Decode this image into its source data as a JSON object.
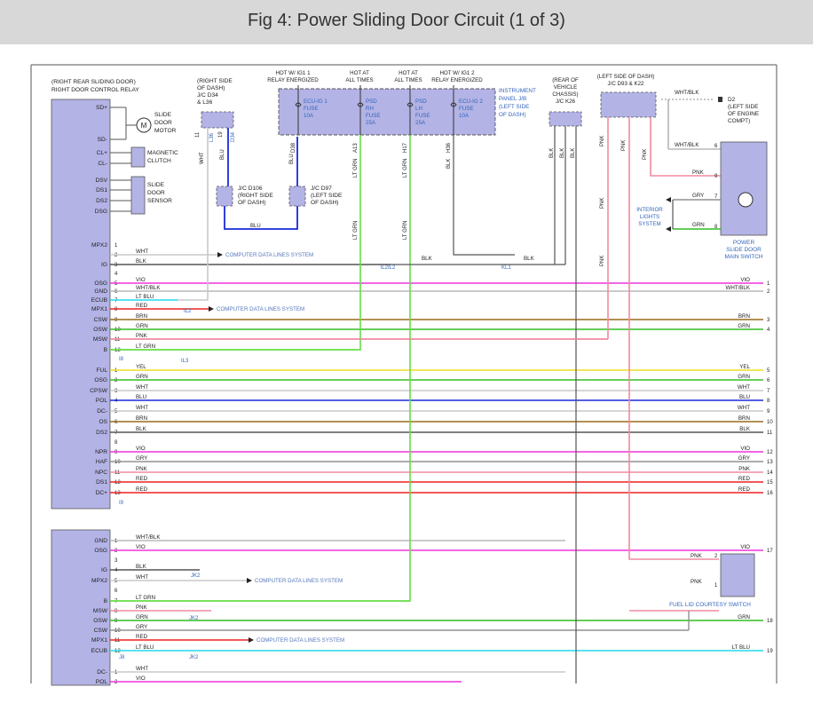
{
  "title": "Fig 4: Power Sliding Door Circuit (1 of 3)",
  "relay_header": [
    "(RIGHT REAR SLIDING DOOR)",
    "RIGHT DOOR CONTROL RELAY"
  ],
  "relay_side_pins": [
    "SD+",
    "SD-",
    "CL+",
    "CL-",
    "DSV",
    "DS1",
    "DS2",
    "DSG"
  ],
  "motor_label": [
    "SLIDE",
    "DOOR",
    "MOTOR"
  ],
  "clutch_label": [
    "MAGNETIC",
    "CLUTCH"
  ],
  "sensor_label": [
    "SLIDE",
    "DOOR",
    "SENSOR"
  ],
  "jc_d34_label": [
    "(RIGHT SIDE",
    "OF DASH)",
    "J/C D34",
    "& L36"
  ],
  "jc_d34_pins": [
    "11",
    "19"
  ],
  "jc_d34_ids": [
    "L36",
    "D34"
  ],
  "jc_d106": [
    "J/C D106",
    "(RIGHT SIDE",
    "OF DASH)"
  ],
  "jc_d97": [
    "J/C D97",
    "(LEFT SIDE",
    "OF DASH)"
  ],
  "hot_labels": [
    [
      "HOT W/ IG1 1",
      "RELAY ENERGIZED"
    ],
    [
      "HOT AT",
      "ALL TIMES"
    ],
    [
      "HOT AT",
      "ALL TIMES"
    ],
    [
      "HOT W/ IG1 2",
      "RELAY ENERGIZED"
    ]
  ],
  "fuses": [
    [
      "ECU-IG 1",
      "FUSE",
      "10A"
    ],
    [
      "PSD",
      "RH",
      "FUSE",
      "25A"
    ],
    [
      "PSD",
      "LH",
      "FUSE",
      "25A"
    ],
    [
      "ECU-IG 2",
      "FUSE",
      "10A"
    ]
  ],
  "ipanel_label": [
    "INSTRUMENT",
    "PANEL J/B",
    "(LEFT SIDE",
    "OF DASH)"
  ],
  "rear_chassis": [
    "(REAR OF",
    "VEHICLE",
    "CHASSIS)",
    "J/C K26"
  ],
  "left_dash": [
    "(LEFT SIDE OF DASH)",
    "J/C D93 & K22"
  ],
  "d2_label": [
    "D2",
    "(LEFT SIDE",
    "OF ENGINE",
    "COMPT)"
  ],
  "main_switch_label": [
    "POWER",
    "SLIDE DOOR",
    "MAIN SWITCH"
  ],
  "interior_lights": [
    "INTERIOR",
    "LIGHTS",
    "SYSTEM"
  ],
  "fuel_lid_label": "FUEL LID COURTESY SWITCH",
  "computer_data_lines": "COMPUTER DATA LINES SYSTEM",
  "wire_colors": {
    "VIO": "#ee33dd",
    "WHT/BLK": "#b8b8b8",
    "LT BLU": "#22d8ee",
    "RED": "#ee2020",
    "BRN": "#9a6a1a",
    "GRN": "#33bb22",
    "PNK": "#f08aa0",
    "LT GRN": "#66dd44",
    "YEL": "#eedd22",
    "WHT": "#c8c8c8",
    "BLU": "#1a2ad8",
    "BLK": "#555555",
    "GRY": "#909090"
  },
  "pin_labels_1": [
    "MPX2",
    "IG",
    "OSG",
    "GND",
    "ECUB",
    "MPX1",
    "CSW",
    "OSW",
    "MSW",
    "B",
    "FUL",
    "OSG",
    "CPSW",
    "POL",
    "DC-",
    "OS",
    "DS2",
    "NPR",
    "HAF",
    "NPC",
    "DS1",
    "DC+"
  ],
  "pin_labels_2": [
    "GND",
    "OSG",
    "IG",
    "MPX2",
    "B",
    "MSW",
    "OSW",
    "CSW",
    "MPX1",
    "ECUB",
    "DC-",
    "POL"
  ],
  "right_labels": [
    "VIO",
    "WHT/BLK",
    "BRN",
    "GRN",
    "YEL",
    "GRN",
    "WHT",
    "BLU",
    "WHT",
    "BRN",
    "BLK",
    "VIO",
    "GRY",
    "PNK",
    "RED",
    "RED",
    "VIO",
    "GRN",
    "LT BLU"
  ],
  "right_nums": [
    "1",
    "2",
    "3",
    "4",
    "5",
    "6",
    "7",
    "8",
    "9",
    "10",
    "11",
    "12",
    "13",
    "14",
    "15",
    "16",
    "17",
    "18",
    "19"
  ]
}
